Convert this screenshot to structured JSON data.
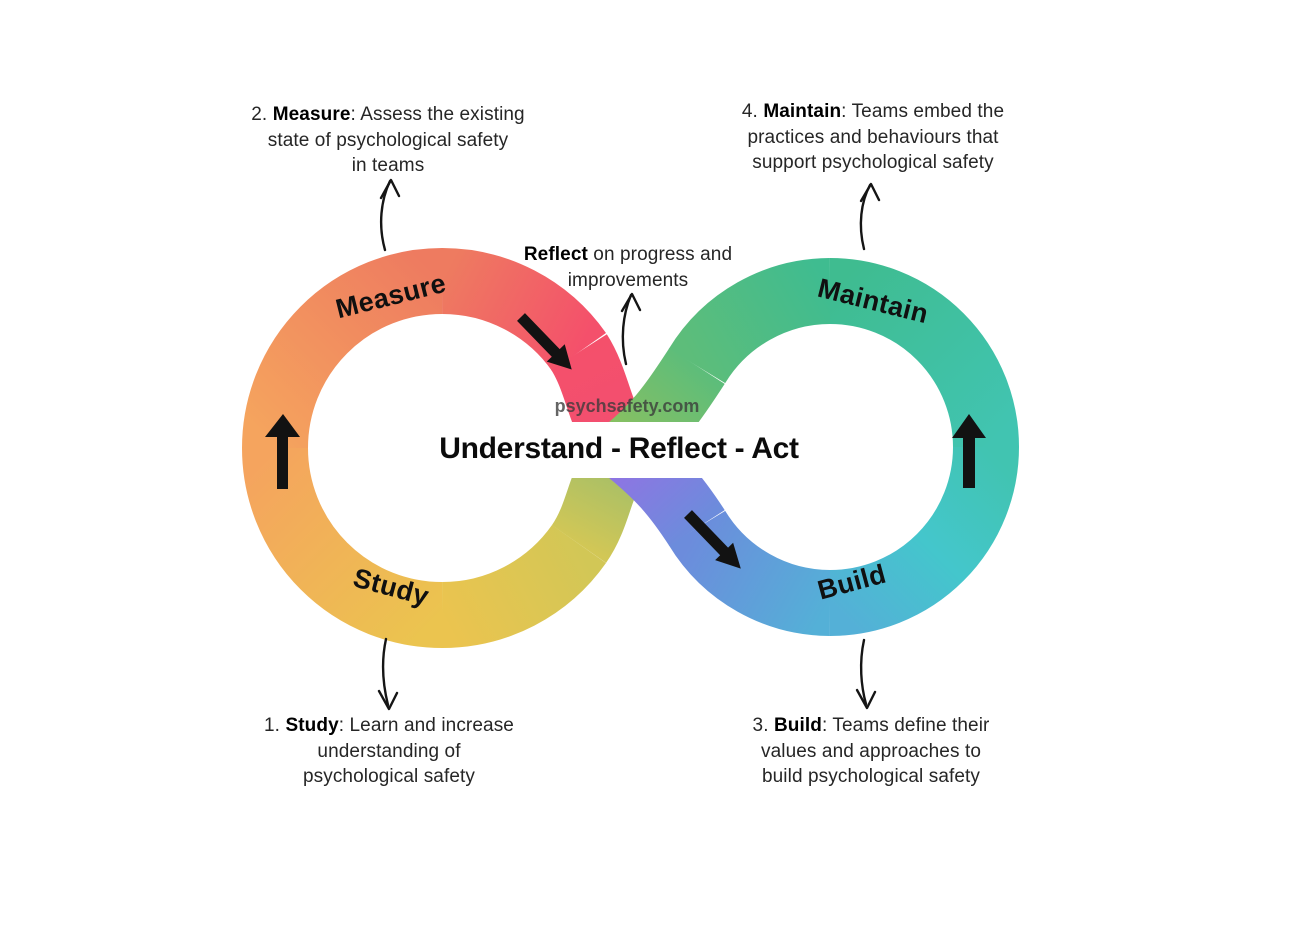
{
  "page": {
    "background": "#FFFFFF"
  },
  "diagram": {
    "title": "Understand - Reflect - Act",
    "watermark": "psychsafety.com",
    "loop_labels": {
      "measure": "Measure",
      "maintain": "Maintain",
      "study": "Study",
      "build": "Build"
    },
    "callouts": {
      "measure": {
        "prefix": "2. ",
        "bold": "Measure",
        "rest": ": Assess the existing",
        "line2": "state of psychological safety",
        "line3": "in teams"
      },
      "maintain": {
        "prefix": "4. ",
        "bold": "Maintain",
        "rest": ": Teams embed the",
        "line2": "practices and behaviours that",
        "line3": "support psychological safety"
      },
      "reflect": {
        "bold": "Reflect",
        "rest": " on progress and",
        "line2": "improvements"
      },
      "study": {
        "prefix": "1. ",
        "bold": "Study",
        "rest": ": Learn and increase",
        "line2": "understanding of",
        "line3": "psychological safety"
      },
      "build": {
        "prefix": "3. ",
        "bold": "Build",
        "rest": ": Teams define their",
        "line2": "values and approaches to",
        "line3": "build psychological safety"
      }
    },
    "colors": {
      "arrow_black": "#121212",
      "ribbon": {
        "pink_red": "#F4506B",
        "crimson_tip": "#F24E71",
        "salmon": "#EE7B60",
        "orange": "#F5A45E",
        "yellow": "#EBC44F",
        "yellow_olive": "#D2C756",
        "olive_green": "#9ABD6C",
        "grass_green": "#8CC05F",
        "leaf_green": "#5DBD7A",
        "green": "#3FBC90",
        "teal": "#41C4B1",
        "cyan": "#44C6CC",
        "sky_blue": "#54B0D7",
        "blue_violet": "#6C8CDC",
        "violet": "#9272E3"
      }
    }
  }
}
